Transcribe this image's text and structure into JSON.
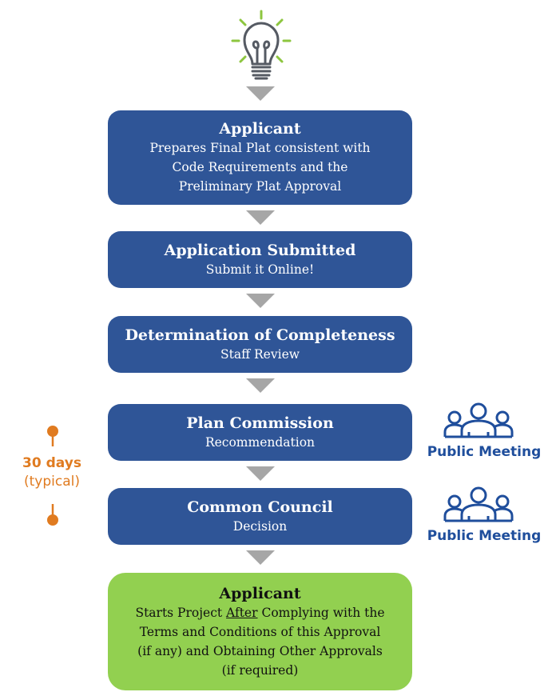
{
  "diagram": {
    "start_icon": "lightbulb-icon",
    "steps": [
      {
        "title": "Applicant",
        "lines": [
          "Prepares Final Plat consistent with",
          "Code Requirements and the",
          "Preliminary Plat Approval"
        ]
      },
      {
        "title": "Application Submitted",
        "lines": [
          "Submit it Online!"
        ]
      },
      {
        "title": "Determination of Completeness",
        "lines": [
          "Staff Review"
        ]
      },
      {
        "title": "Plan Commission",
        "lines": [
          "Recommendation"
        ]
      },
      {
        "title": "Common Council",
        "lines": [
          "Decision"
        ]
      }
    ],
    "final_step": {
      "title": "Applicant",
      "line1_pre": "Starts Project ",
      "line1_underlined": "After",
      "line1_post": " Complying with the",
      "lines": [
        "Terms and Conditions of this Approval",
        "(if any) and Obtaining Other Approvals",
        "(if required)"
      ]
    },
    "side_notes": {
      "public_meeting_icon": "people-group-icon",
      "public_meeting_label": "Public Meeting",
      "timeline_days": "30 days",
      "timeline_qualifier": "(typical)"
    },
    "colors": {
      "step_box": "#2f5597",
      "final_box": "#92d050",
      "arrow": "#a6a6a6",
      "timeline": "#e07b20",
      "public_meeting": "#1f4e9c",
      "bulb_rays": "#8dc63f",
      "bulb": "#555a63"
    }
  }
}
